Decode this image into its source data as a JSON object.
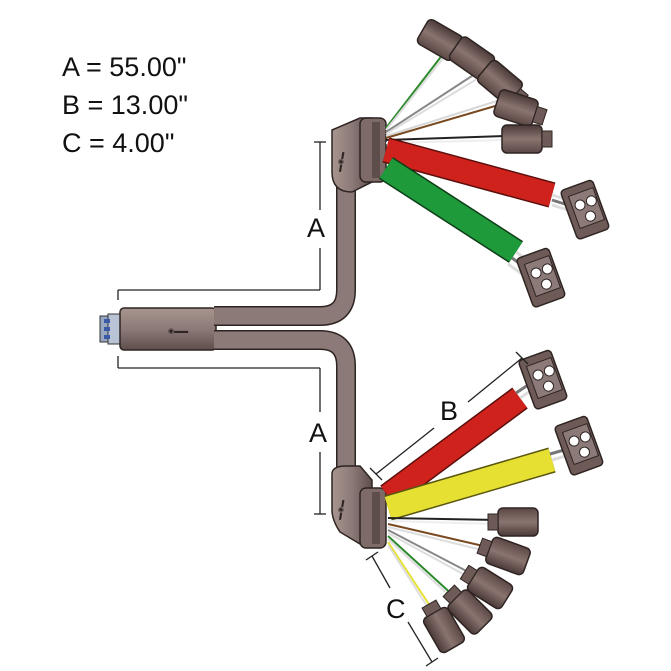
{
  "legend": {
    "a": "A = 55.00\"",
    "b": "B = 13.00\"",
    "c": "C = 4.00\""
  },
  "dimension_labels": {
    "a_upper": "A",
    "a_lower": "A",
    "b": "B",
    "c": "C"
  },
  "colors": {
    "jacket": "#8c7a78",
    "connector_body": "#6e5b58",
    "red_sleeve": "#d0221c",
    "green_sleeve": "#1e9a3a",
    "yellow_sleeve": "#e6e032",
    "dimension_line": "#222222"
  }
}
